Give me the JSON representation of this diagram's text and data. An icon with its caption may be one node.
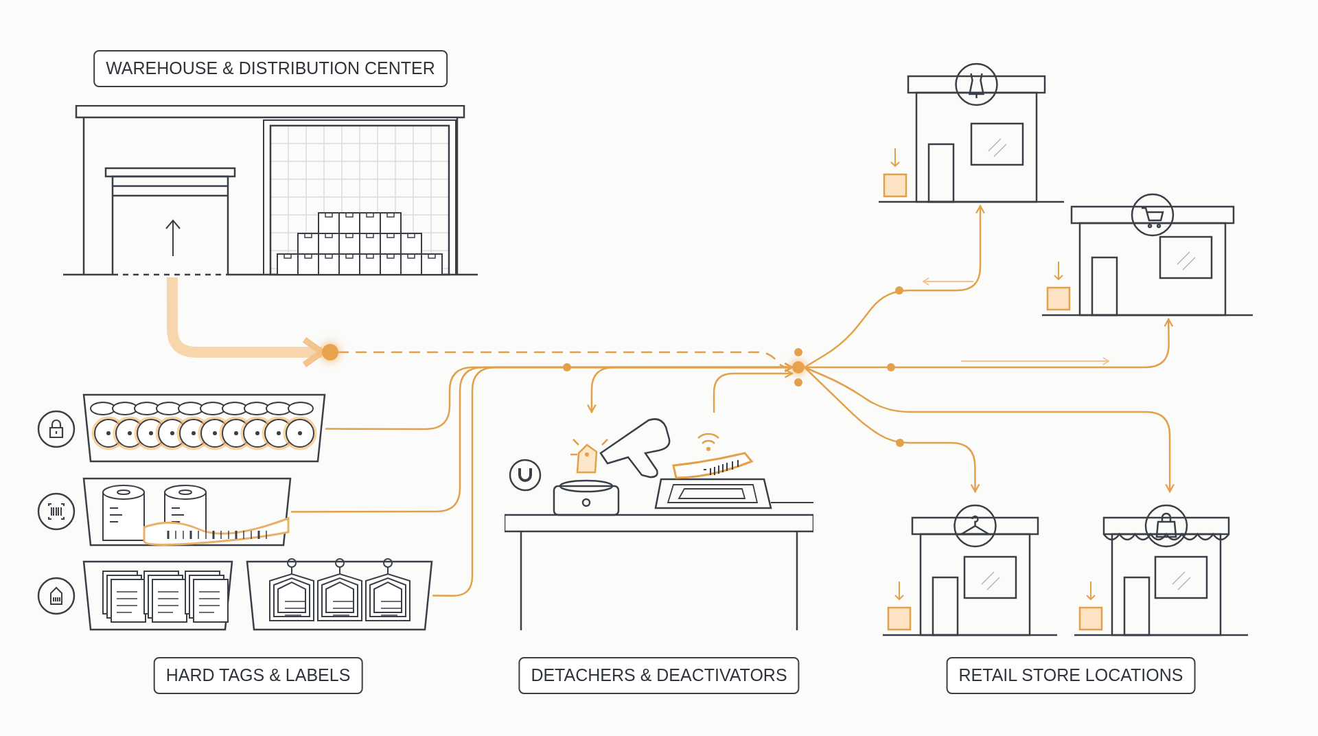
{
  "diagram": {
    "nodes": [
      {
        "text": [
          "WAREHOUSE & DISTRIBUTION CENTER"
        ]
      },
      {
        "text": [],
        "shape": "picture"
      },
      {
        "text": [],
        "shape": "circle"
      },
      {
        "text": [],
        "shape": "picture"
      },
      {
        "text": [],
        "shape": "picture"
      },
      {
        "text": [],
        "shape": "picture"
      },
      {
        "text": [
          "HARD TAGS & LABELS"
        ]
      },
      {
        "text": [],
        "shape": "picture"
      },
      {
        "text": [
          "DETACHERS & DEACTIVATORS"
        ]
      },
      {
        "text": [],
        "shape": "circle"
      },
      {
        "text": [],
        "shape": "picture"
      },
      {
        "text": [],
        "shape": "picture"
      },
      {
        "text": [],
        "shape": "picture"
      },
      {
        "text": [],
        "shape": "picture"
      },
      {
        "text": [
          "RETAIL STORE LOCATIONS"
        ]
      }
    ],
    "edges": [
      {
        "from": 1,
        "to": 2,
        "arrow": "to",
        "style": "thick",
        "color": "#f7d6ae"
      },
      {
        "from": 2,
        "to": 9,
        "arrow": "none",
        "style": "dashed"
      },
      {
        "from": 3,
        "to": 9,
        "arrow": "to"
      },
      {
        "from": 4,
        "to": 9,
        "arrow": "to"
      },
      {
        "from": 5,
        "to": 9,
        "arrow": "to"
      },
      {
        "from": 9,
        "to": 7,
        "arrow": "to"
      },
      {
        "from": 7,
        "to": 9,
        "arrow": "to"
      },
      {
        "from": 9,
        "to": 10,
        "arrow": "to"
      },
      {
        "from": 9,
        "to": 11,
        "arrow": "to"
      },
      {
        "from": 9,
        "to": 12,
        "arrow": "to"
      },
      {
        "from": 9,
        "to": 13,
        "arrow": "to"
      }
    ]
  }
}
